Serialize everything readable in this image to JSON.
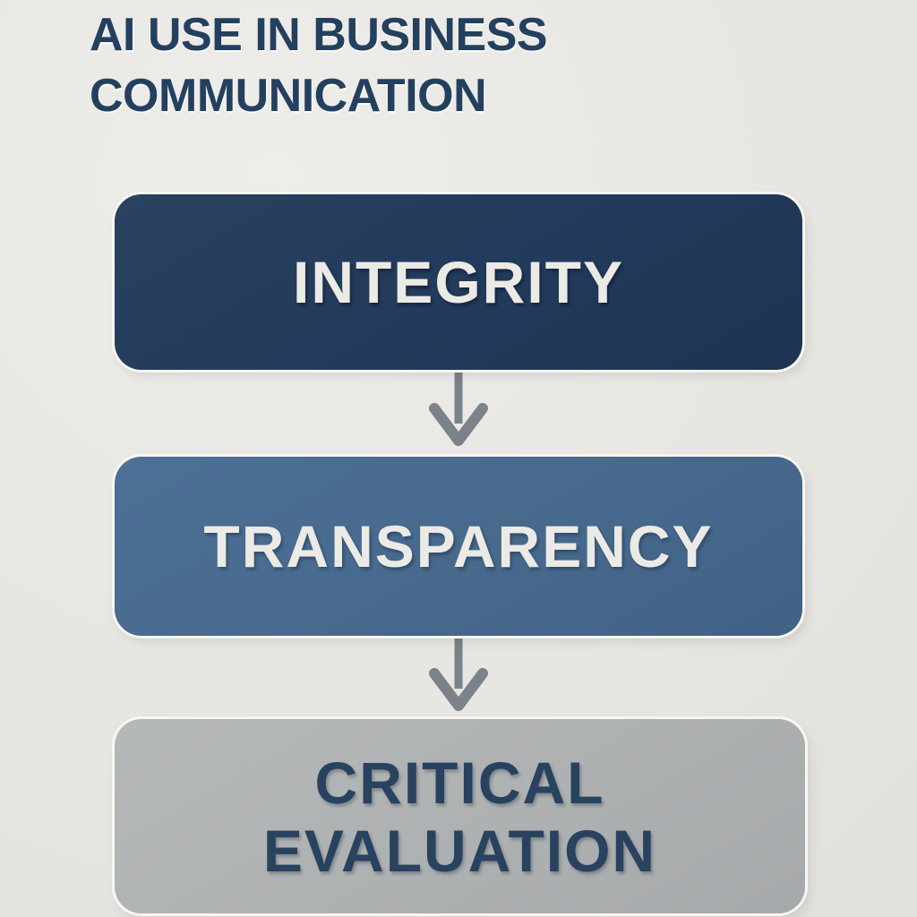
{
  "title": {
    "line1": "AI USE IN BUSINESS",
    "line2": "COMMUNICATION"
  },
  "flow": {
    "nodes": [
      {
        "id": "integrity",
        "label": "INTEGRITY",
        "bg_color": "#223a5b",
        "text_color": "#eceae5"
      },
      {
        "id": "transparency",
        "label": "TRANSPARENCY",
        "bg_color": "#47698c",
        "text_color": "#eceae5"
      },
      {
        "id": "critical-evaluation",
        "label": "CRITICAL EVALUATION",
        "bg_color": "#aeb1b2",
        "text_color": "#28425f"
      }
    ],
    "connector_type": "arrow-down",
    "connector_color": "#7b8289"
  },
  "colors": {
    "background": "#e9e7e2",
    "title_text": "#24405f",
    "node_outline": "#f8f6f1"
  }
}
